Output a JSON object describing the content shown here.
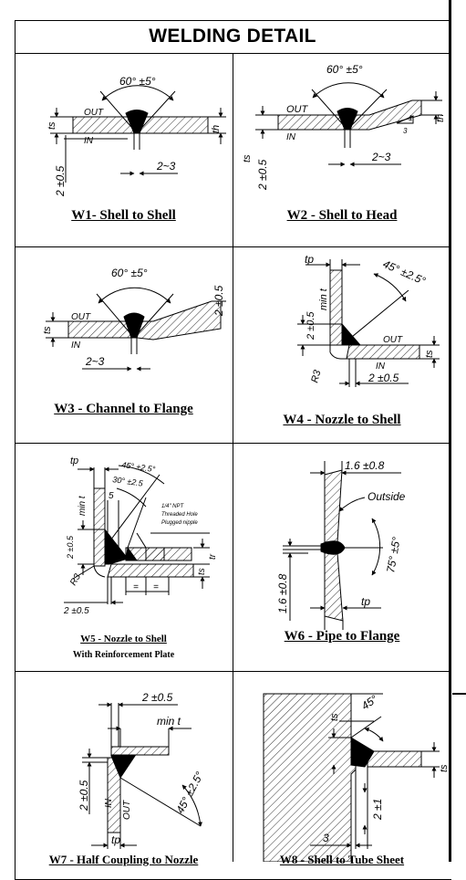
{
  "title": "WELDING DETAIL",
  "w1": {
    "caption": "W1- Shell to Shell",
    "angle": "60° ±5°",
    "out": "OUT",
    "in": "IN",
    "ts": "ts",
    "th": "th",
    "root_face": "2 ±0.5",
    "root_gap": "2~3"
  },
  "w2": {
    "caption": "W2 - Shell to Head",
    "angle": "60° ±5°",
    "taper_1": "1",
    "taper_3": "3",
    "out": "OUT",
    "in": "IN",
    "ts": "ts",
    "th": "th",
    "root_face": "2 ±0.5",
    "root_gap": "2~3"
  },
  "w3": {
    "caption": "W3 - Channel to Flange",
    "angle": "60° ±5°",
    "out": "OUT",
    "in": "IN",
    "ts": "ts",
    "root_face": "2 ±0.5",
    "root_gap": "2~3"
  },
  "w4": {
    "caption": "W4 - Nozzle to Shell",
    "tp": "tp",
    "angle": "45° ±2.5°",
    "min_t": "min t",
    "dim_2": "2 ±0.5",
    "radius": "R3",
    "out": "OUT",
    "in": "IN",
    "ts": "ts",
    "dim_bottom": "2 ±0.5"
  },
  "w5": {
    "caption": "W5 - Nozzle to Shell",
    "subcaption": "With Reinforcement Plate",
    "tp": "tp",
    "angle_45": "45° ±2.5°",
    "angle_30": "30° ±2.5",
    "dim_5": "5",
    "npt_1": "1/4\" NPT",
    "npt_2": "Threaded Hole",
    "npt_3": "Plugged nipple",
    "min_t": "min t",
    "dim_2": "2 ±0.5",
    "radius": "R3",
    "ts": "ts",
    "tr": "tr",
    "dim_bottom": "2 ±0.5",
    "eq": "="
  },
  "w6": {
    "caption": "W6 - Pipe to Flange",
    "dim_top": "1.6 ±0.8",
    "outside": "Outside",
    "angle": "75° ±5°",
    "dim_left": "1.6 ±0.8",
    "tp": "tp"
  },
  "w7": {
    "caption": "W7 - Half Coupling to Nozzle",
    "dim_top": "2 ±0.5",
    "min_t": "min t",
    "dim_left": "2 ±0.5",
    "in": "IN",
    "out": "OUT",
    "tp": "tp",
    "angle": "45° ±2.5°"
  },
  "w8": {
    "caption": "W8 - Shell to Tube Sheet",
    "angle": "45°",
    "ts_top": "ts",
    "dim_1": "2 ±1",
    "ts_right": "ts",
    "dim_3": "3"
  }
}
